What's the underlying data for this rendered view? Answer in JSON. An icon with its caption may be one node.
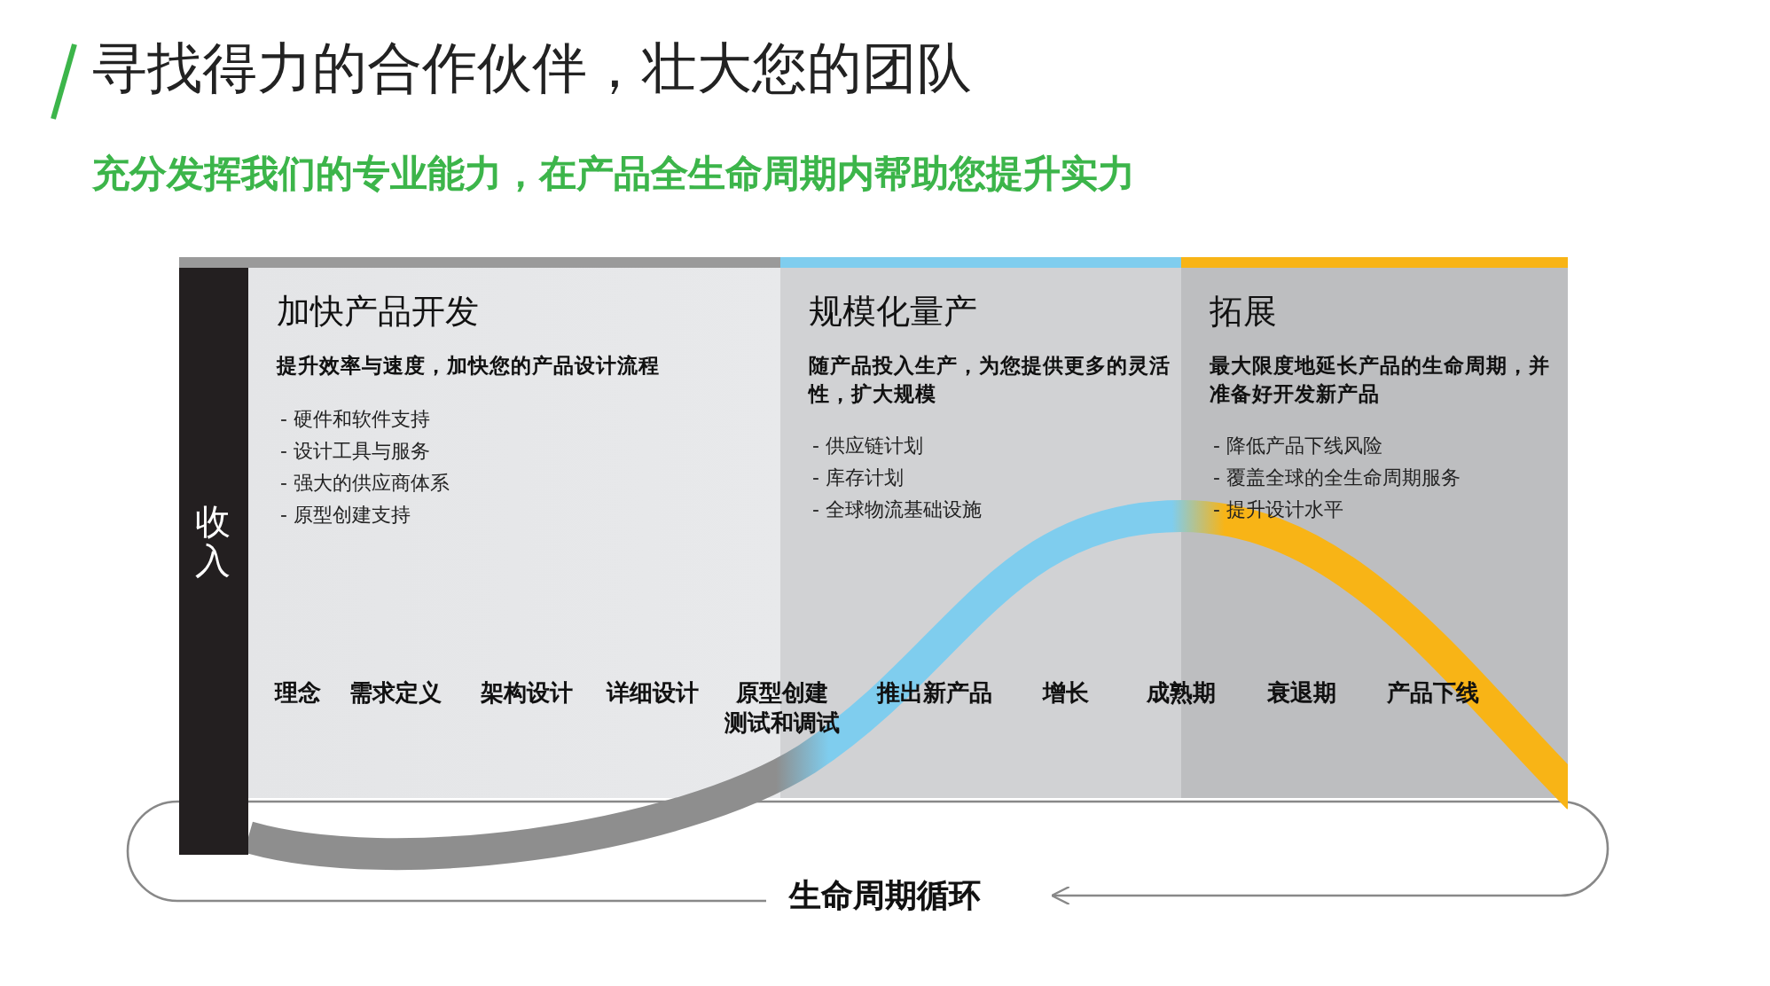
{
  "diagram": {
    "title": "寻找得力的合作伙伴，壮大您的团队",
    "nodes": [
      {
        "text": [
          "加快产品开发",
          "提升效率与速度，加快您的产品设计流程",
          "- 硬件和软件支持",
          "- 设计工具与服务",
          "- 强大的供应商体系",
          "- 原型创建支持"
        ]
      },
      {
        "text": [
          "规模化量产",
          "随产品投入生产，为您提供更多的灵活性，扩大规模",
          "- 供应链计划",
          "- 库存计划",
          "- 全球物流基础设施"
        ]
      },
      {
        "text": [
          "拓展",
          "最大限度地延长产品的生命周期，并准备好开发新产品",
          "- 降低产品下线风险",
          "- 覆盖全球的全生命周期服务",
          "- 提升设计水平"
        ]
      }
    ],
    "labels": [
      "充分发挥我们的专业能力，在产品全生命周期内帮助您提升实力",
      "收入",
      "理念",
      "需求定义",
      "架构设计",
      "详细设计",
      "原型创建",
      "测试和调试",
      "推出新产品",
      "增长",
      "成熟期",
      "衰退期",
      "产品下线",
      "生命周期循环"
    ]
  }
}
